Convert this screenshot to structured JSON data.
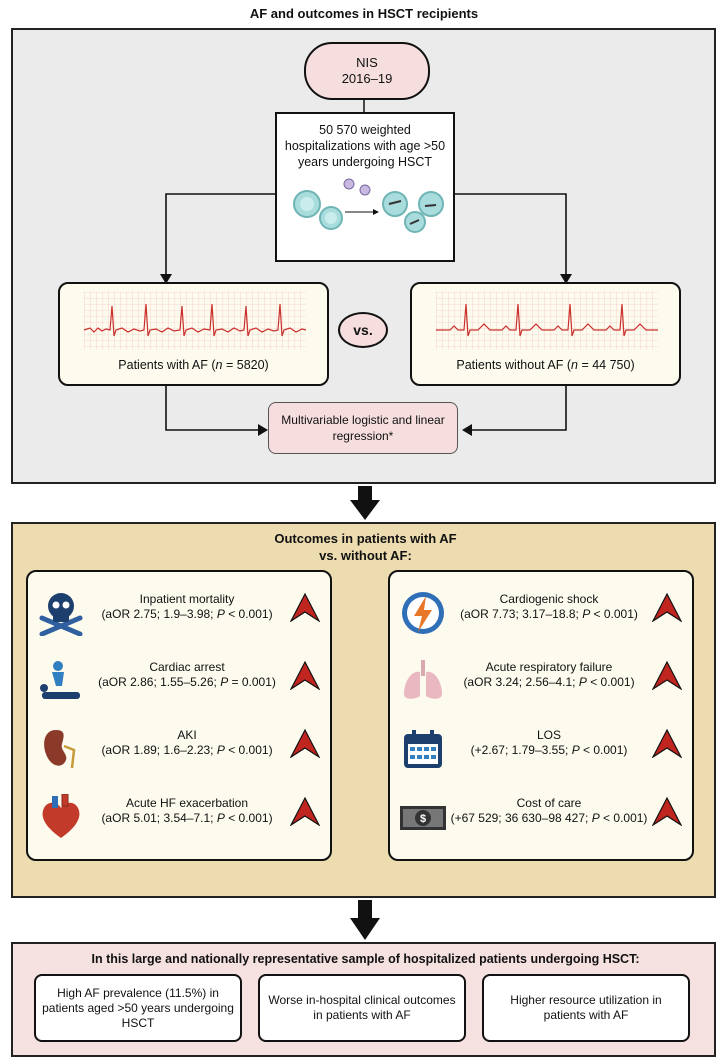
{
  "title": "AF and outcomes in HSCT recipients",
  "nis": {
    "line1": "NIS",
    "line2": "2016–19"
  },
  "source_box": "50 570 weighted hospitalizations with age >50 years undergoing HSCT",
  "group_af": {
    "label_pre": "Patients with AF (",
    "n_italic": "n",
    "label_post": " = 5820)"
  },
  "group_no_af": {
    "label_pre": "Patients without AF (",
    "n_italic": "n",
    "label_post": " = 44 750)"
  },
  "vs_label": "vs.",
  "regression": "Multivariable logistic and linear regression*",
  "outcomes_header": {
    "line1": "Outcomes in patients with AF",
    "line2": "vs. without AF:"
  },
  "outcomes_left": [
    {
      "name": "Inpatient mortality",
      "stats": "(aOR 2.75; 1.9–3.98; P < 0.001)",
      "icon": "skull-crossbones-icon"
    },
    {
      "name": "Cardiac arrest",
      "stats": "(aOR 2.86; 1.55–5.26; P = 0.001)",
      "icon": "cpr-icon"
    },
    {
      "name": "AKI",
      "stats": "(aOR 1.89; 1.6–2.23; P < 0.001)",
      "icon": "kidney-icon"
    },
    {
      "name": "Acute HF exacerbation",
      "stats": "(aOR 5.01; 3.54–7.1; P < 0.001)",
      "icon": "heart-icon"
    }
  ],
  "outcomes_right": [
    {
      "name": "Cardiogenic shock",
      "stats": "(aOR 7.73; 3.17–18.8; P < 0.001)",
      "icon": "lightning-heart-icon"
    },
    {
      "name": "Acute respiratory failure",
      "stats": "(aOR 3.24; 2.56–4.1; P < 0.001)",
      "icon": "lungs-icon"
    },
    {
      "name": "LOS",
      "stats": "(+2.67; 1.79–3.55; P < 0.001)",
      "icon": "calendar-icon"
    },
    {
      "name": "Cost of care",
      "stats": "(+67 529; 36 630–98 427; P < 0.001)",
      "icon": "dollar-bill-icon"
    }
  ],
  "conclusion_header": "In this large and nationally representative sample of hospitalized patients undergoing HSCT:",
  "conclusions": [
    "High AF prevalence (11.5%) in patients aged >50 years undergoing HSCT",
    "Worse in-hospital clinical outcomes in patients with AF",
    "Higher resource utilization in patients with AF"
  ],
  "colors": {
    "panel1": "#ebebeb",
    "panel2": "#ecdcb0",
    "panel3": "#f6e1e1",
    "pink": "#f6dede",
    "cream": "#fdfaee",
    "arrow_up": "#c0261f",
    "ecg": "#d9534f"
  }
}
